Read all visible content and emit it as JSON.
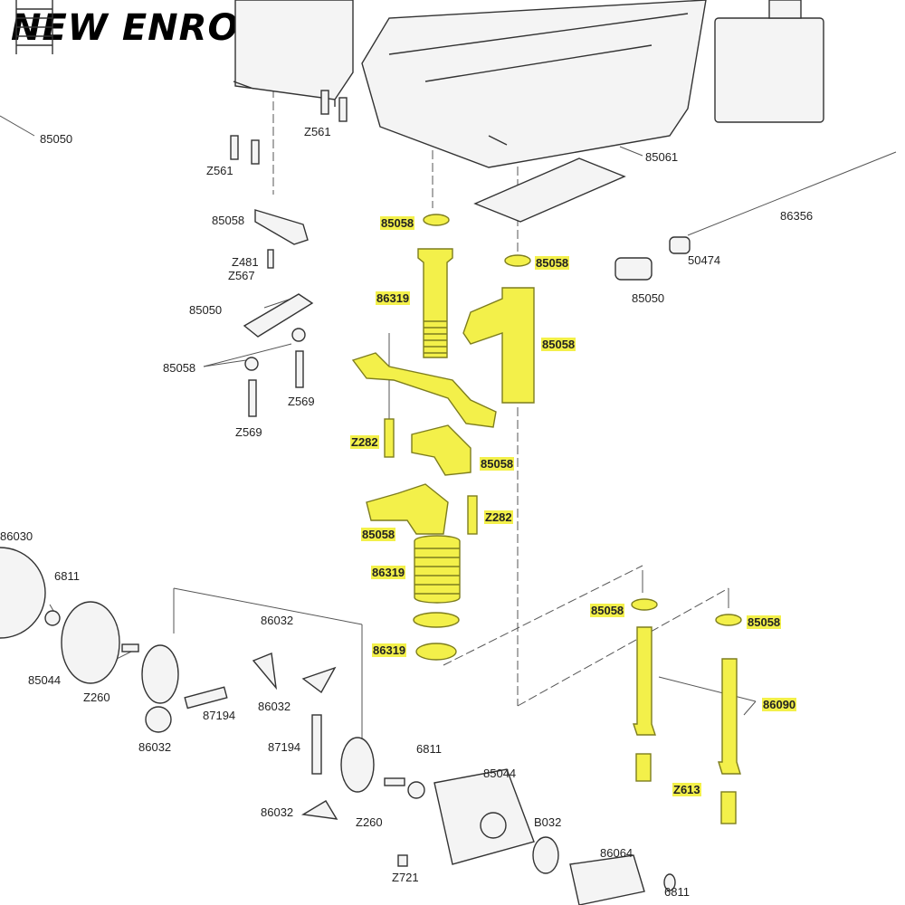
{
  "brand": {
    "name": "NEW ENRON",
    "mark": "®"
  },
  "colors": {
    "highlight": "#f3f04a",
    "highlight_stroke": "#8a8a20",
    "line": "#444444",
    "part_fill": "#f0f0f0"
  },
  "labels": {
    "l01": "85050",
    "l02": "Z561",
    "l03": "Z561",
    "l04": "85061",
    "l05": "85058",
    "l06": "86356",
    "l07": "85058",
    "l08": "Z481",
    "l09": "Z567",
    "l10": "50474",
    "l11": "85050",
    "l12": "86319",
    "l13": "85050",
    "l14": "85058",
    "l15": "85058",
    "l16": "Z569",
    "l17": "Z569",
    "l18": "Z282",
    "l19": "85058",
    "l20": "Z282",
    "l21": "85058",
    "l22": "86030",
    "l23": "6811",
    "l24": "86319",
    "l25": "86032",
    "l26": "85058",
    "l27": "85058",
    "l28": "85058",
    "l29": "86319",
    "l30": "85044",
    "l31": "Z260",
    "l32": "86032",
    "l33": "87194",
    "l34": "86090",
    "l35": "86032",
    "l36": "87194",
    "l37": "6811",
    "l38": "85044",
    "l39": "Z613",
    "l40": "86032",
    "l41": "Z260",
    "l42": "B032",
    "l43": "86064",
    "l44": "Z721",
    "l45": "6811"
  }
}
